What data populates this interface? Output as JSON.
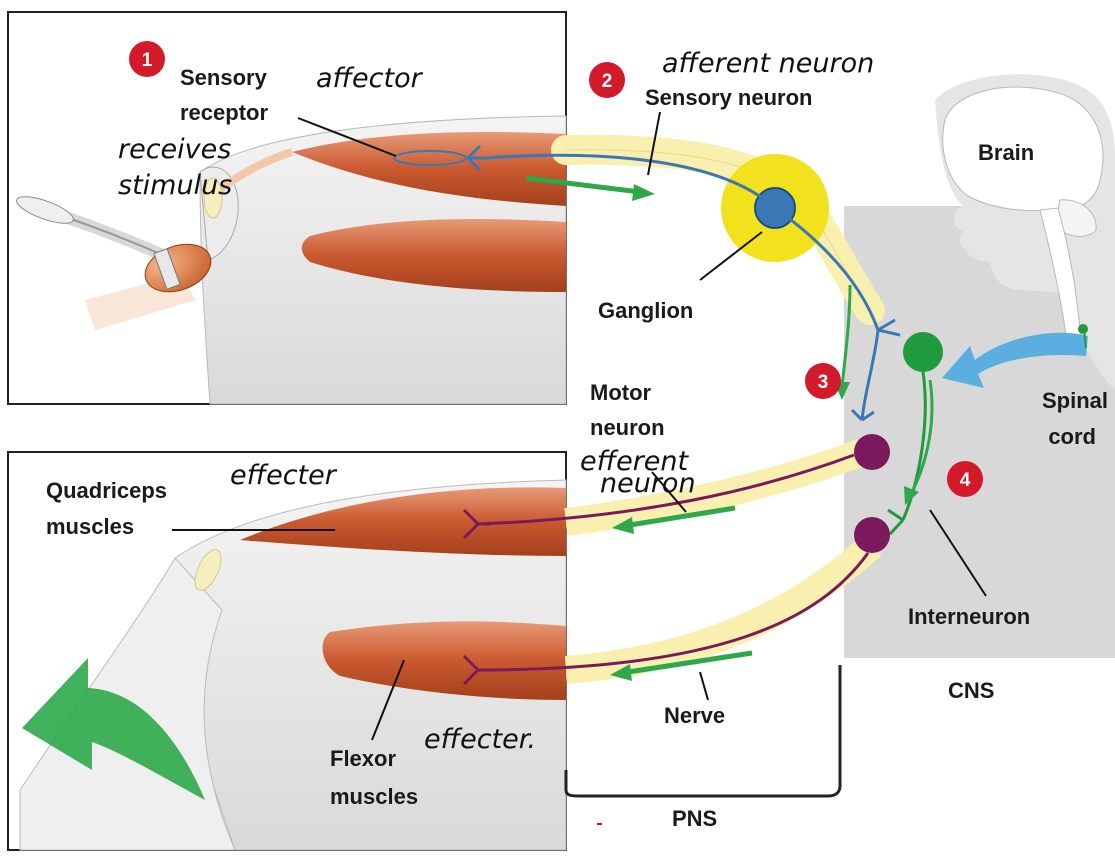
{
  "steps": [
    "1",
    "2",
    "3",
    "4"
  ],
  "labels": {
    "sensory_receptor": [
      "Sensory",
      "receptor"
    ],
    "sensory_neuron": "Sensory neuron",
    "brain": "Brain",
    "ganglion": "Ganglion",
    "motor_neuron": [
      "Motor",
      "neuron"
    ],
    "spinal_cord": [
      "Spinal",
      "cord"
    ],
    "quadriceps": [
      "Quadriceps",
      "muscles"
    ],
    "interneuron": "Interneuron",
    "cns": "CNS",
    "nerve": "Nerve",
    "flexor": [
      "Flexor",
      "muscles"
    ],
    "pns": "PNS"
  },
  "handwriting": {
    "affector": "affector",
    "receives": [
      "receives",
      "stimulus"
    ],
    "afferent": "afferent neuron",
    "effecter_quad": "effecter",
    "efferent": [
      "efferent",
      "neuron"
    ],
    "effecter_flexor": "effecter."
  },
  "colors": {
    "sensory": "#3a78b5",
    "motor": "#7a1a5c",
    "interneuron": "#1f9a3c",
    "nerve_band": "#f9f0b0",
    "ganglion_halo": "#f2e21d",
    "step_badge": "#d31a2a",
    "signal_arrow": "#2ea84a",
    "spinal_arrow": "#5aaee0",
    "cns_panel": "#d8d8d8"
  }
}
